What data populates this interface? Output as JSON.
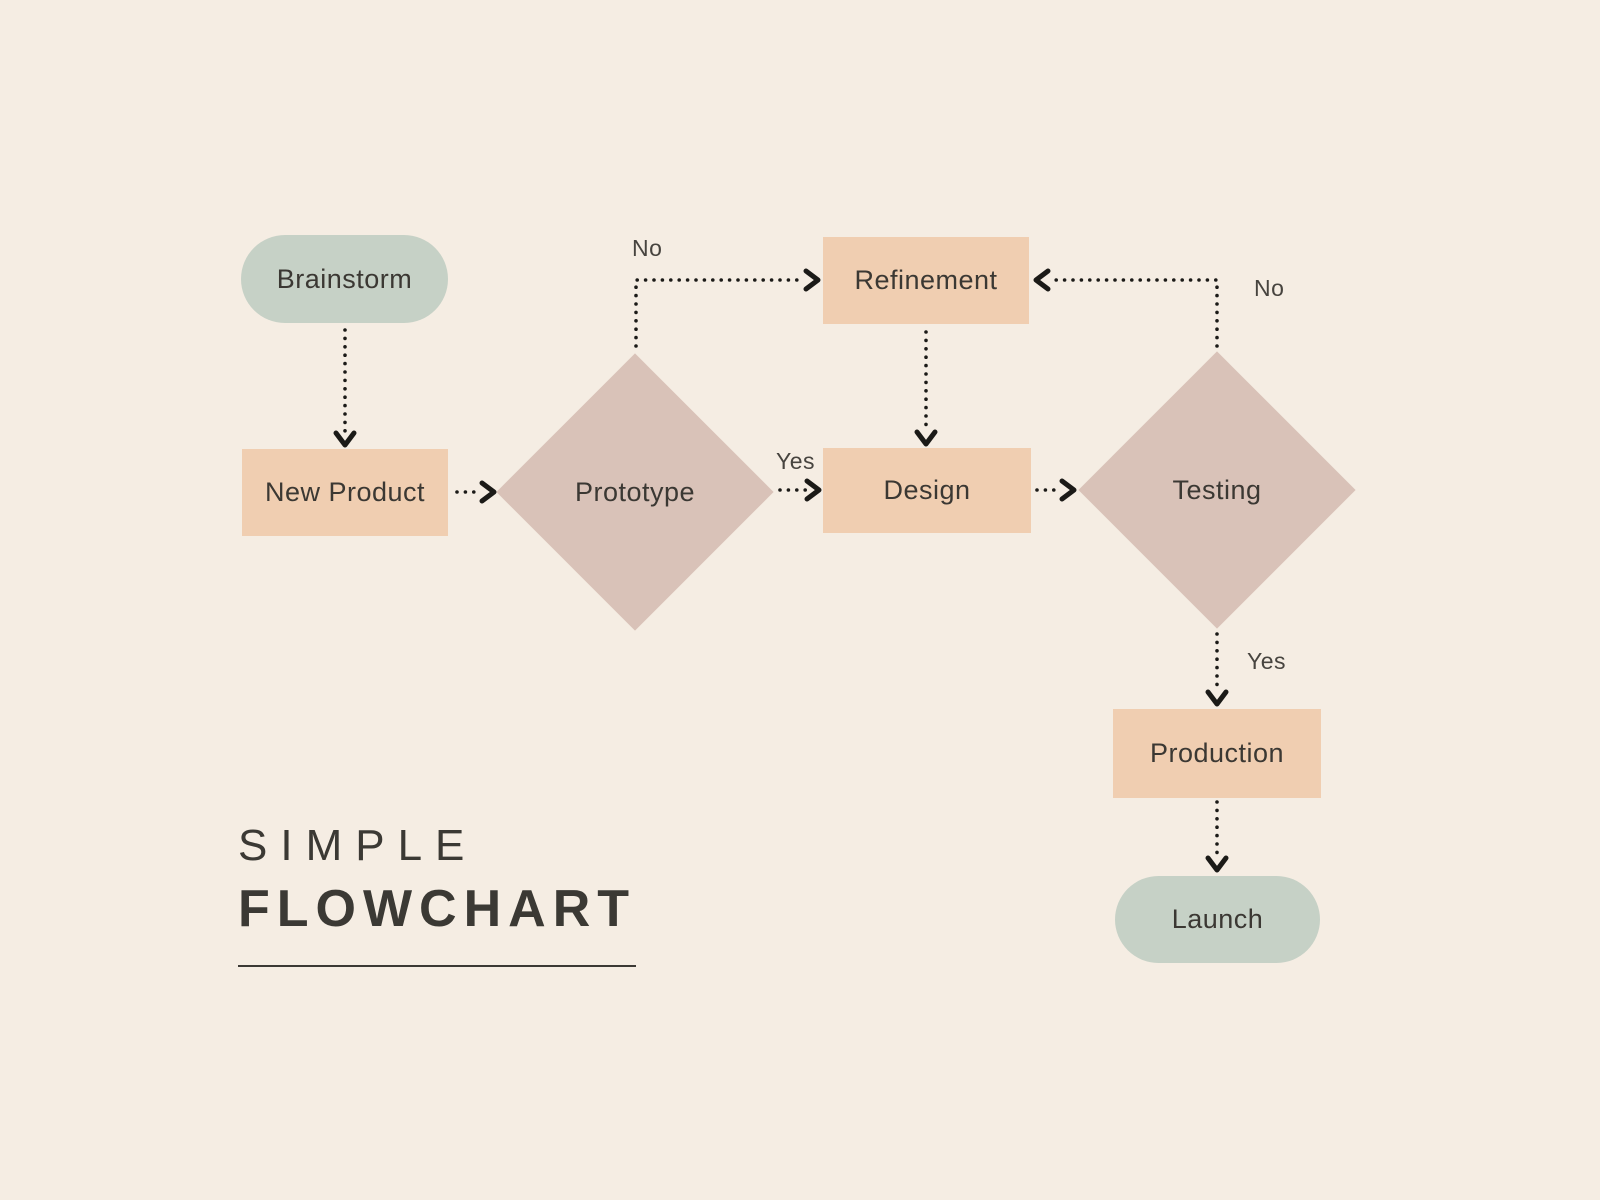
{
  "title": {
    "line1": "SIMPLE",
    "line2": "FLOWCHART"
  },
  "nodes": {
    "brainstorm": {
      "label": "Brainstorm",
      "type": "terminal"
    },
    "new_product": {
      "label": "New Product",
      "type": "process"
    },
    "prototype": {
      "label": "Prototype",
      "type": "decision"
    },
    "refinement": {
      "label": "Refinement",
      "type": "process"
    },
    "design": {
      "label": "Design",
      "type": "process"
    },
    "testing": {
      "label": "Testing",
      "type": "decision"
    },
    "production": {
      "label": "Production",
      "type": "process"
    },
    "launch": {
      "label": "Launch",
      "type": "terminal"
    }
  },
  "edge_labels": {
    "prototype_no": "No",
    "prototype_yes": "Yes",
    "testing_no": "No",
    "testing_yes": "Yes"
  },
  "colors": {
    "background": "#f5ede3",
    "terminal_fill": "#c6d1c6",
    "process_fill": "#f0ceb1",
    "decision_fill": "#d9c2b8",
    "node_text": "#3b3833",
    "edge_label_text": "#47443f",
    "connector": "#1b1a17",
    "title_text": "#3b3934"
  }
}
